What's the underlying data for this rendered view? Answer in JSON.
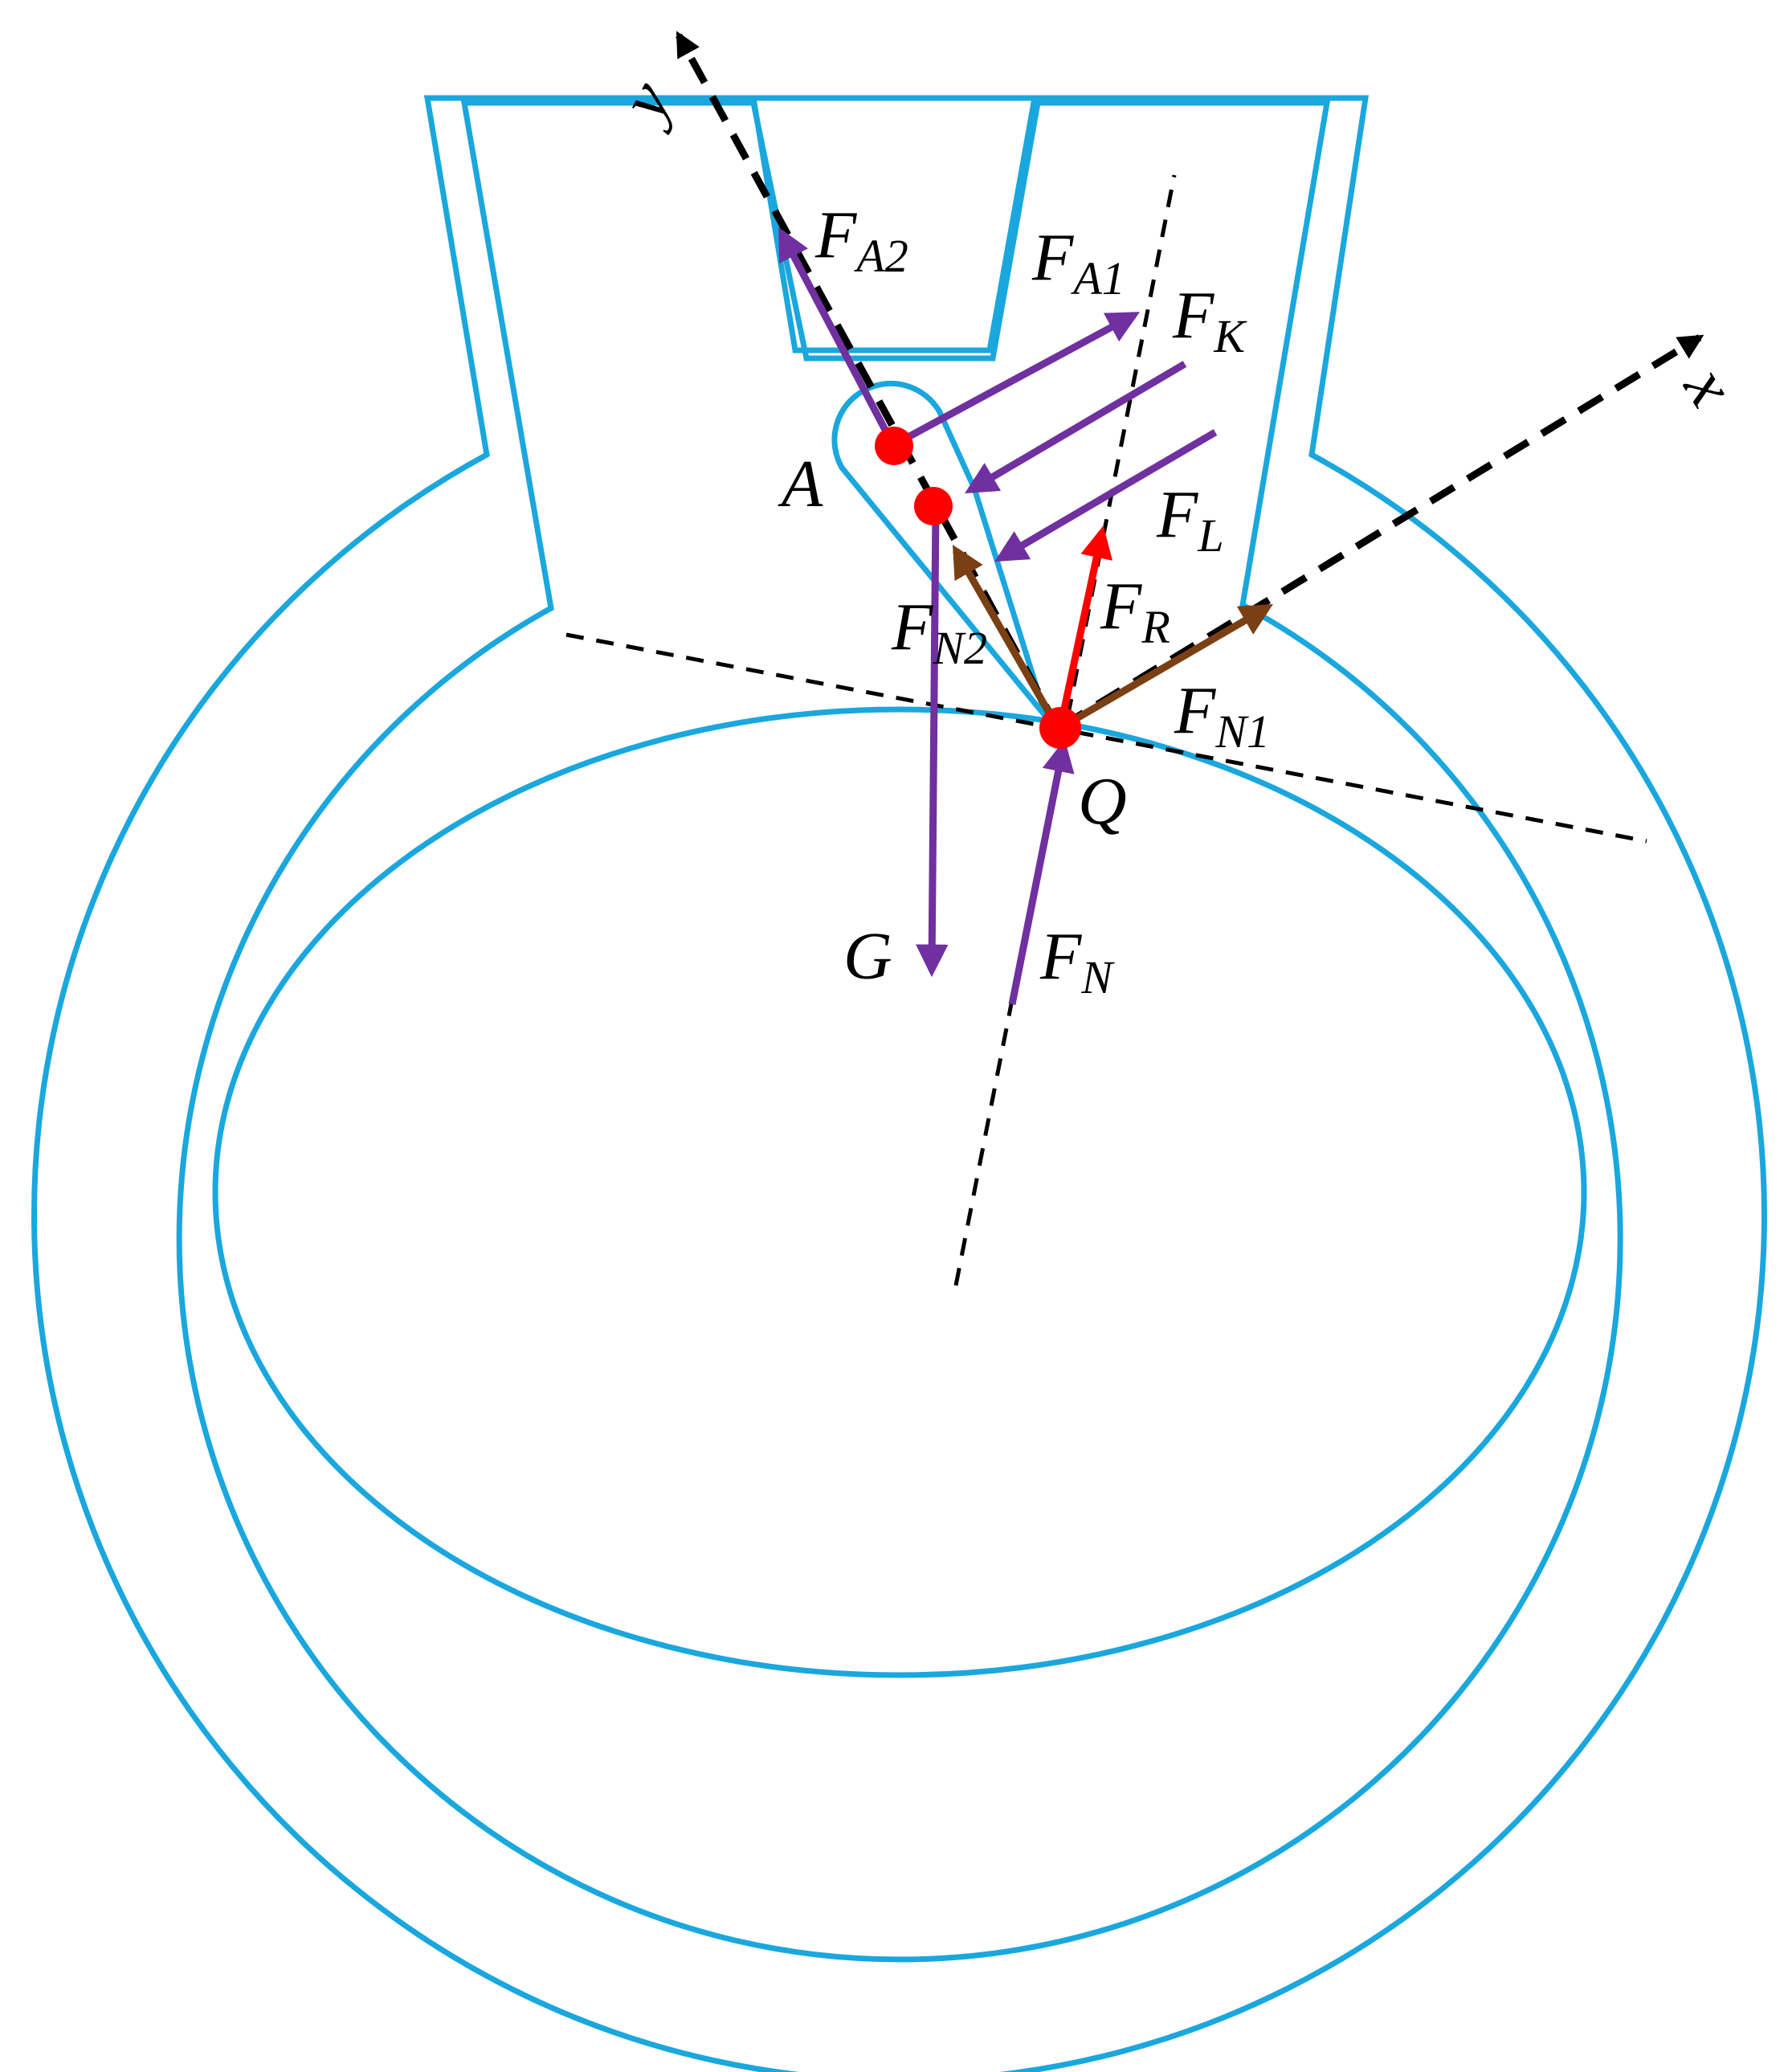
{
  "colors": {
    "outline": "#1aa7de",
    "purple_force": "#7030a0",
    "brown_force": "#7b3f14",
    "resultant_force": "#ff0000",
    "point": "#ff0000",
    "axis": "#000000"
  },
  "axes": {
    "x": "x",
    "y": "y"
  },
  "points": {
    "A": "A",
    "Q": "Q"
  },
  "forces": {
    "F_A2": {
      "main": "F",
      "sub": "A2"
    },
    "F_A1": {
      "main": "F",
      "sub": "A1"
    },
    "F_K": {
      "main": "F",
      "sub": "K"
    },
    "F_L": {
      "main": "F",
      "sub": "L"
    },
    "F_R": {
      "main": "F",
      "sub": "R"
    },
    "F_N2": {
      "main": "F",
      "sub": "N2"
    },
    "F_N1": {
      "main": "F",
      "sub": "N1"
    },
    "F_N": {
      "main": "F",
      "sub": "N"
    },
    "G": {
      "main": "G"
    }
  }
}
